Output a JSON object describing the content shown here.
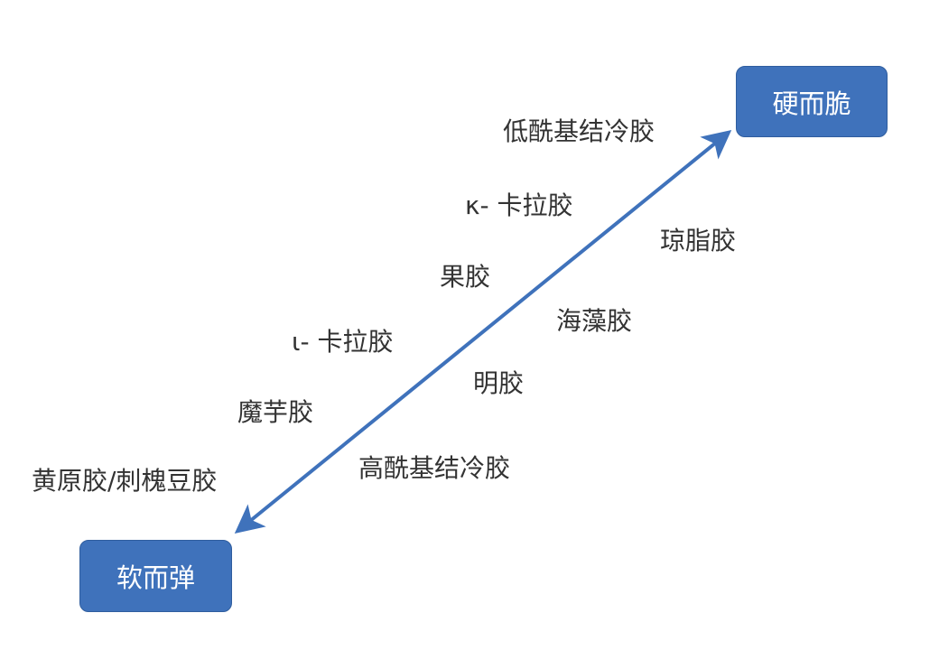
{
  "top_box": {
    "label": "硬而脆"
  },
  "bottom_box": {
    "label": "软而弹"
  },
  "arrow_color": "#3f72bb",
  "labels": {
    "low_acyl_gellan": "低酰基结冷胶",
    "kappa_carrageenan": "κ- 卡拉胶",
    "agar": "琼脂胶",
    "pectin": "果胶",
    "alginate": "海藻胶",
    "iota_carrageenan": "ι- 卡拉胶",
    "gelatin": "明胶",
    "konjac": "魔芋胶",
    "high_acyl_gellan": "高酰基结冷胶",
    "xanthan_lbg": "黄原胶/刺槐豆胶"
  }
}
